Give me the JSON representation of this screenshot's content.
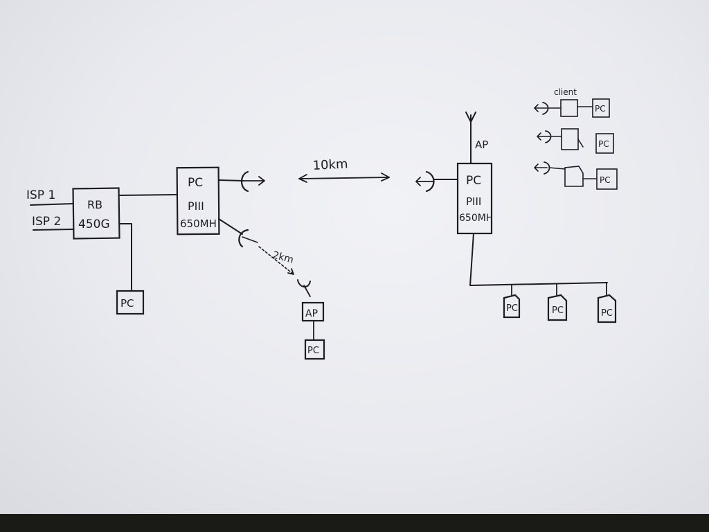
{
  "labels": {
    "isp1": "ISP 1",
    "isp2": "ISP 2",
    "router_line1": "RB",
    "router_line2": "450G",
    "server_line1": "PC",
    "server_line2": "PIII",
    "server_line3": "650MH",
    "left_pc": "PC",
    "link_10km": "10km",
    "link_2km": "2km",
    "remote_ap": "AP",
    "remote_pc": "PC",
    "mast_ap": "AP",
    "right_server_line1": "PC",
    "right_server_line2": "PIII",
    "right_server_line3": "650MH",
    "lan_pc_1": "PC",
    "lan_pc_2": "PC",
    "lan_pc_3": "PC",
    "client_header": "client",
    "client_pc_1": "PC",
    "client_pc_2": "PC",
    "client_pc_3": "PC"
  },
  "colors": {
    "ink": "#1c1c22",
    "paper": "#eceef2",
    "table_edge": "#1a1a16"
  }
}
